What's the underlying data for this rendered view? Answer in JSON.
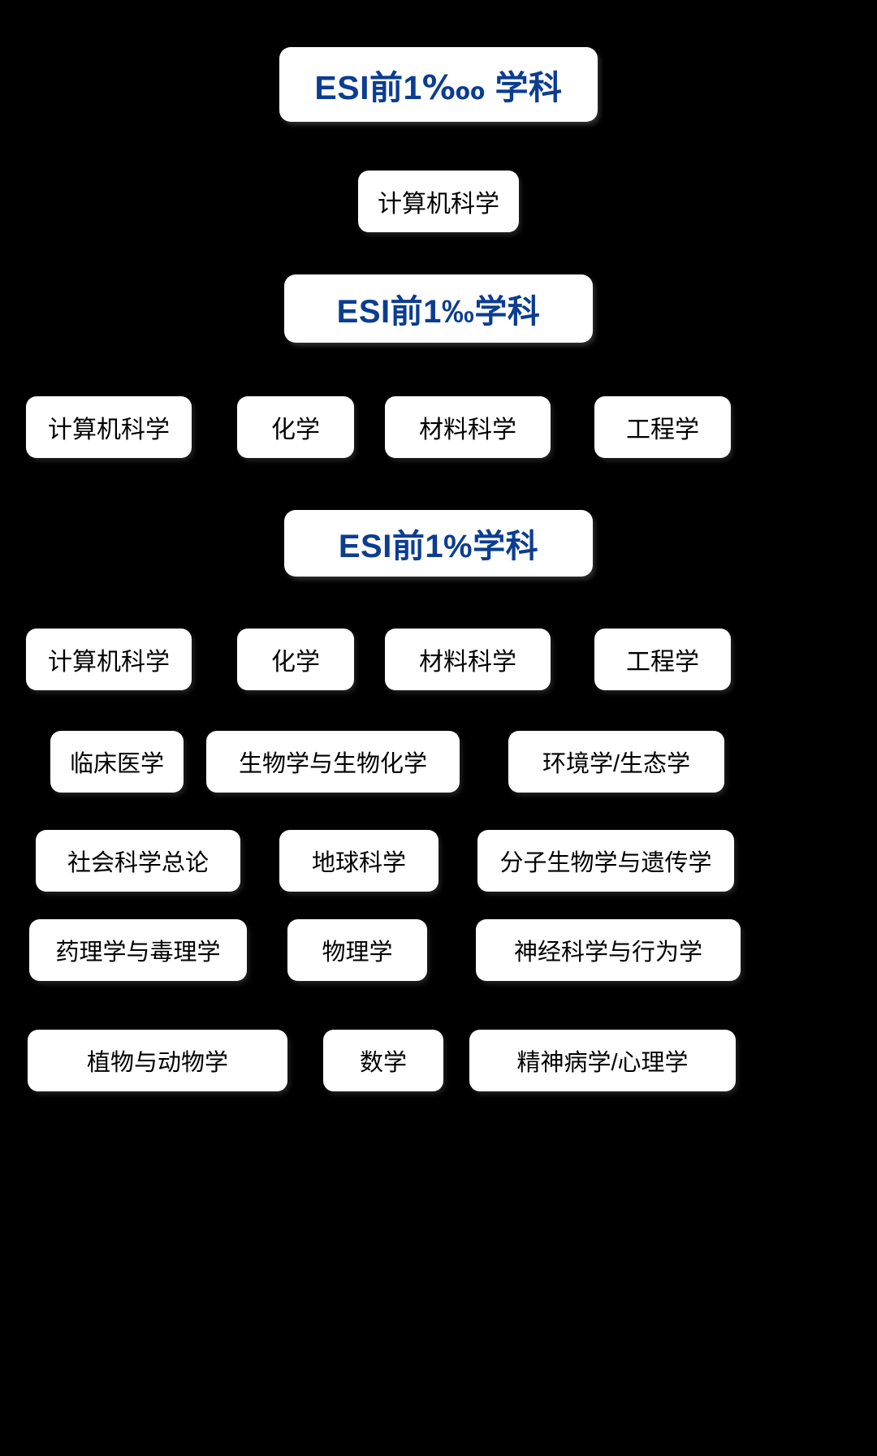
{
  "page": {
    "background_color": "#000000",
    "card_color": "#ffffff",
    "header_text_color": "#0b3d91",
    "chip_text_color": "#000000"
  },
  "sections": [
    {
      "id": "esi-top-1-per-ten-thousand",
      "header": "ESI前1‱ 学科",
      "header_prefix": "ESI前1",
      "header_symbol": "‱",
      "header_suffix": " 学科",
      "rows": [
        {
          "items": [
            "计算机科学"
          ]
        }
      ]
    },
    {
      "id": "esi-top-1-permille",
      "header": "ESI前1‰学科",
      "header_prefix": "ESI前1",
      "header_symbol": "‰",
      "header_suffix": "学科",
      "rows": [
        {
          "items": [
            "计算机科学",
            "化学",
            "材料科学",
            "工程学"
          ]
        }
      ]
    },
    {
      "id": "esi-top-1-percent",
      "header": "ESI前1%学科",
      "header_prefix": "ESI前1",
      "header_symbol": "%",
      "header_suffix": "学科",
      "rows": [
        {
          "items": [
            "计算机科学",
            "化学",
            "材料科学",
            "工程学"
          ]
        },
        {
          "items": [
            "临床医学",
            "生物学与生物化学",
            "环境学/生态学"
          ]
        },
        {
          "items": [
            "社会科学总论",
            "地球科学",
            "分子生物学与遗传学"
          ]
        },
        {
          "items": [
            "药理学与毒理学",
            "物理学",
            "神经科学与行为学"
          ]
        },
        {
          "items": [
            "植物与动物学",
            "数学",
            "精神病学/心理学"
          ]
        }
      ]
    }
  ]
}
